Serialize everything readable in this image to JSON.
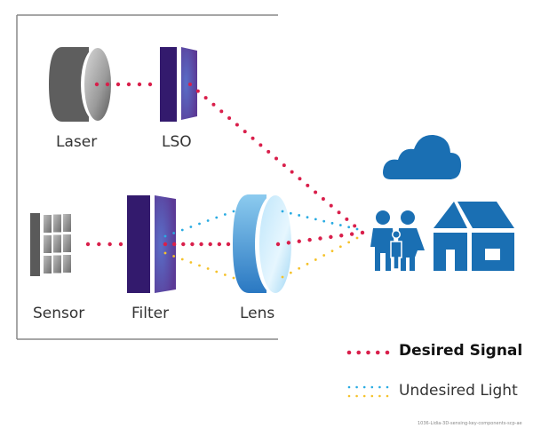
{
  "diagram": {
    "components": {
      "laser": "Laser",
      "lso": "LSO",
      "sensor": "Sensor",
      "filter": "Filter",
      "lens": "Lens"
    },
    "target_icons": [
      "cloud-icon",
      "family-icon",
      "house-icon"
    ],
    "legend": {
      "desired": "Desired Signal",
      "undesired": "Undesired Light"
    },
    "caption": "1036-Lidia-3D-sensing-key-components-scp-ae",
    "colors": {
      "desired_signal": "#d91f4b",
      "undesired_blue": "#29abe2",
      "undesired_yellow": "#f5c22b",
      "target_blue": "#1a6fb3",
      "filter_purple": "#3a1f78",
      "border": "#888888"
    }
  }
}
